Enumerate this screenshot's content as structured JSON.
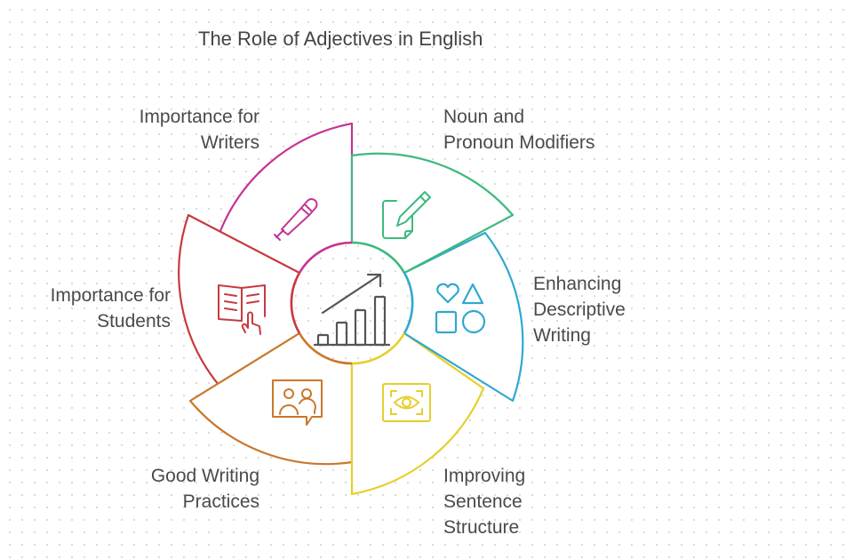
{
  "title": "The Role of Adjectives in English",
  "center": {
    "icon": "growth-chart-icon",
    "color": "#555555"
  },
  "segments": [
    {
      "id": "noun-pronoun-modifiers",
      "lines": [
        "Noun and",
        "Pronoun Modifiers"
      ],
      "color": "#3fb97e",
      "icon": "edit-document-icon"
    },
    {
      "id": "enhancing-descriptive-writing",
      "lines": [
        "Enhancing",
        "Descriptive",
        "Writing"
      ],
      "color": "#2fa8d0",
      "icon": "shapes-icon"
    },
    {
      "id": "improving-sentence-structure",
      "lines": [
        "Improving",
        "Sentence",
        "Structure"
      ],
      "color": "#e6cf2a",
      "icon": "eye-focus-icon"
    },
    {
      "id": "good-writing-practices",
      "lines": [
        "Good Writing",
        "Practices"
      ],
      "color": "#c9782a",
      "icon": "group-chat-icon"
    },
    {
      "id": "importance-for-students",
      "lines": [
        "Importance for",
        "Students"
      ],
      "color": "#c8393f",
      "icon": "reading-book-icon"
    },
    {
      "id": "importance-for-writers",
      "lines": [
        "Importance for",
        "Writers"
      ],
      "color": "#c53593",
      "icon": "pen-icon"
    }
  ]
}
